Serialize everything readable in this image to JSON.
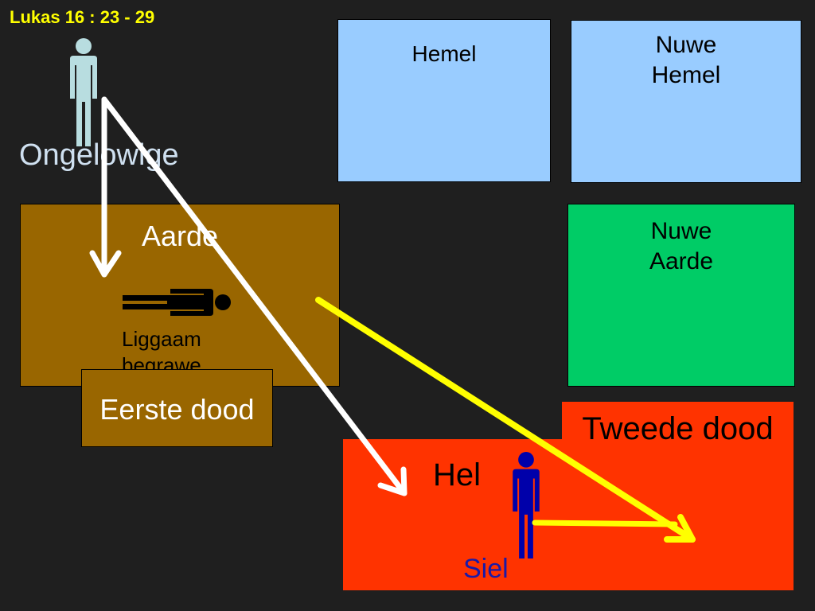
{
  "reference": "Lukas 16 : 23 - 29",
  "regions": {
    "heaven": {
      "label": "Hemel",
      "color": "#99ccff"
    },
    "new_heaven": {
      "label": "Nuwe\nHemel",
      "color": "#99ccff"
    },
    "earth": {
      "label": "Aarde",
      "color": "#996600"
    },
    "new_earth": {
      "label": "Nuwe\nAarde",
      "color": "#00cc66"
    },
    "first_death": {
      "label": "Eerste dood",
      "color": "#996600"
    },
    "second_death": {
      "label": "Tweede dood",
      "color": "#ff3300"
    },
    "hell": {
      "label": "Hel",
      "color": "#ff3300"
    }
  },
  "figures": {
    "unbeliever": {
      "label": "Ongelowige",
      "color": "#b8dde0",
      "icon": "standing-person-icon"
    },
    "body": {
      "label": "Liggaam\nbegrawe",
      "color": "#000000",
      "icon": "lying-person-icon"
    },
    "soul": {
      "label": "Siel",
      "color": "#0000aa",
      "icon": "standing-person-icon"
    }
  },
  "arrow_colors": {
    "white": "#ffffff",
    "yellow": "#ffff00"
  }
}
